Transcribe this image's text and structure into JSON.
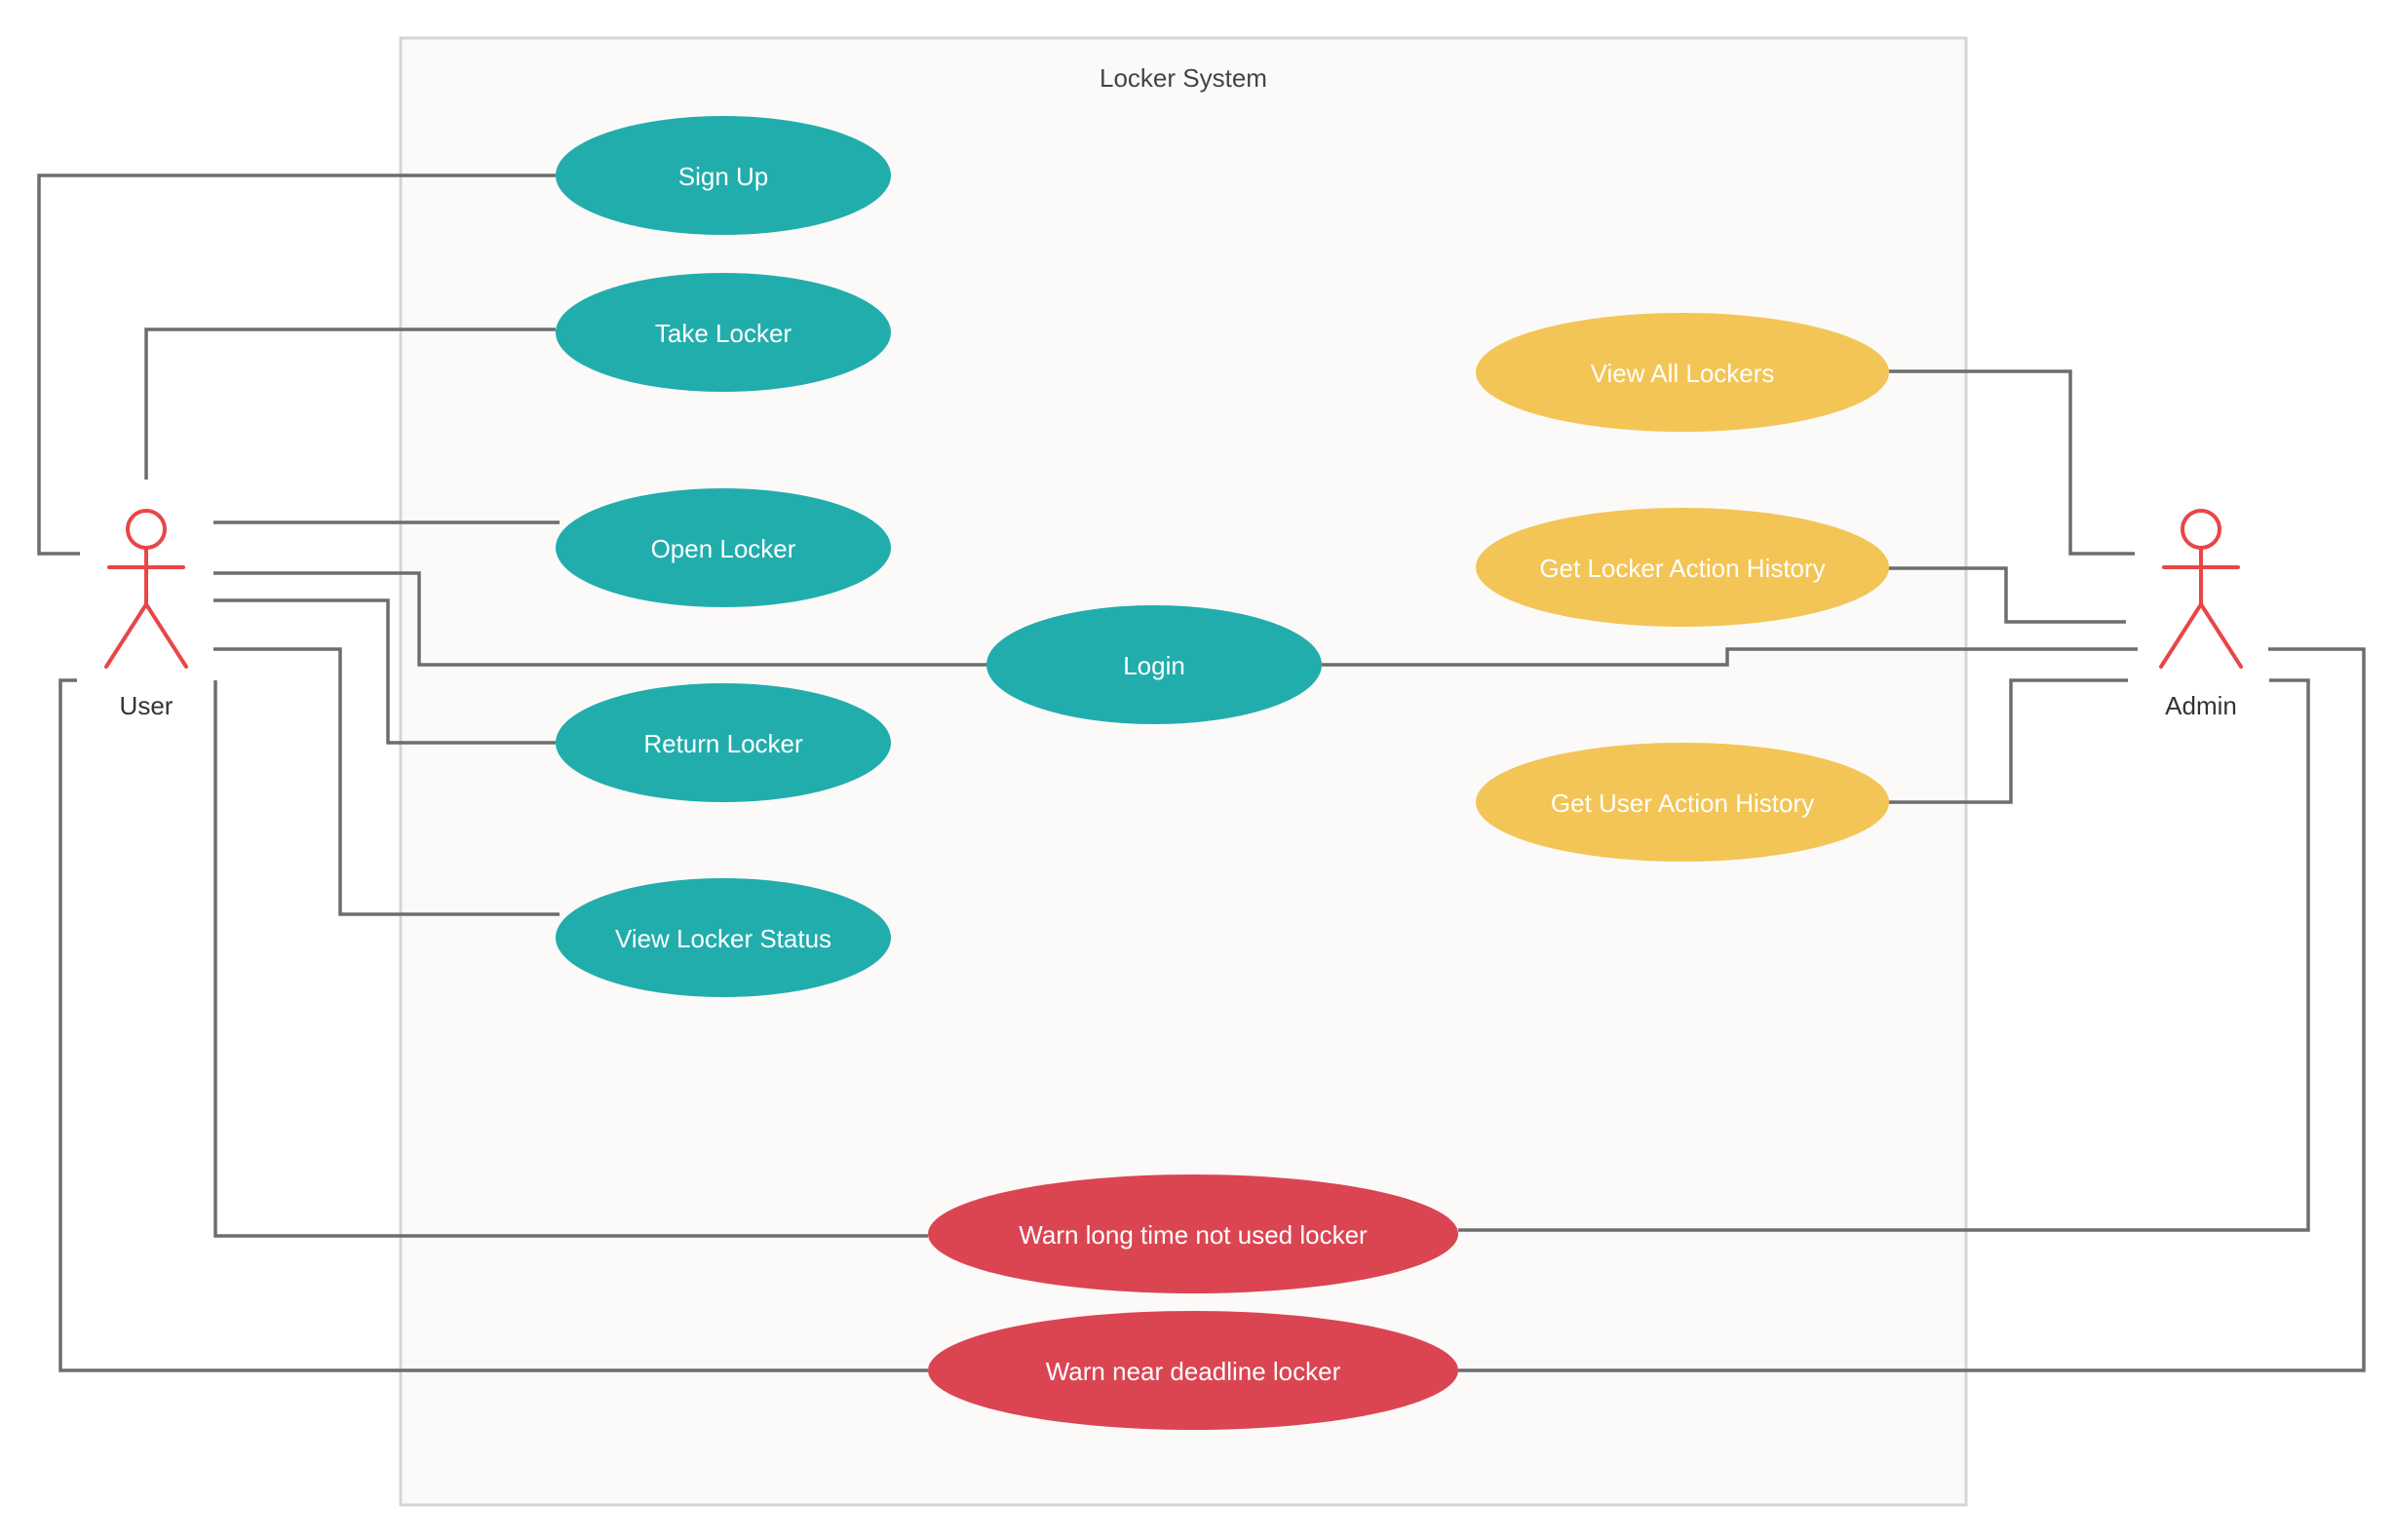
{
  "system": {
    "title": "Locker System"
  },
  "actors": {
    "user": {
      "label": "User"
    },
    "admin": {
      "label": "Admin"
    }
  },
  "use_cases": {
    "sign_up": "Sign Up",
    "take_locker": "Take Locker",
    "open_locker": "Open Locker",
    "login": "Login",
    "return_locker": "Return Locker",
    "view_locker_status": "View Locker Status",
    "view_all_lockers": "View All Lockers",
    "get_locker_action_history": "Get Locker Action History",
    "get_user_action_history": "Get User Action History",
    "warn_long_time": "Warn long time not used locker",
    "warn_near_deadline": "Warn near deadline locker"
  },
  "colors": {
    "user_use_case": "#22adad",
    "admin_use_case": "#f3c556",
    "warning_use_case": "#db4552",
    "actor": "#e84646",
    "connector": "#6d6d6d",
    "system_fill": "#fbfaf9",
    "system_border": "#d5d5d5"
  }
}
